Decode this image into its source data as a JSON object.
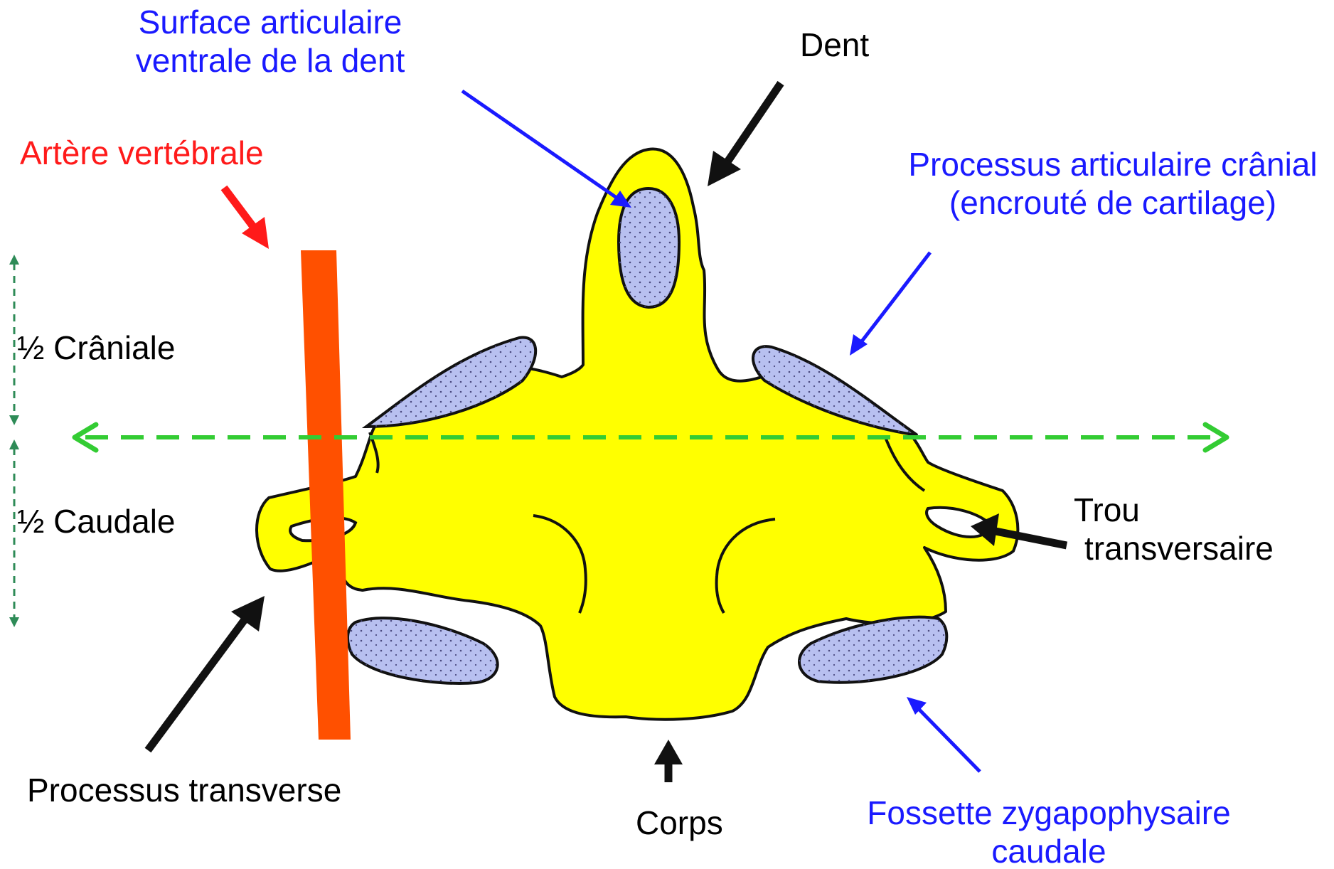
{
  "labels": {
    "surface_line1": "Surface articulaire",
    "surface_line2": "ventrale de la dent",
    "dent": "Dent",
    "artere": "Artère vertébrale",
    "processus_cranial_line1": "Processus articulaire crânial",
    "processus_cranial_line2": "(encrouté de cartilage)",
    "half_cranial": "½ Crâniale",
    "half_caudal": "½ Caudale",
    "trou_line1": "Trou",
    "trou_line2": "transversaire",
    "processus_transverse": "Processus transverse",
    "corps": "Corps",
    "fossette_line1": "Fossette zygapophysaire",
    "fossette_line2": "caudale"
  },
  "colors": {
    "bone": "#ffff00",
    "cartilage": "#b8c0f0",
    "artery": "#ff5000",
    "label_black": "#000000",
    "label_blue": "#1a1aff",
    "label_red": "#ff1a1a",
    "axis_green": "#33cc33",
    "side_green": "#2e8b57"
  }
}
